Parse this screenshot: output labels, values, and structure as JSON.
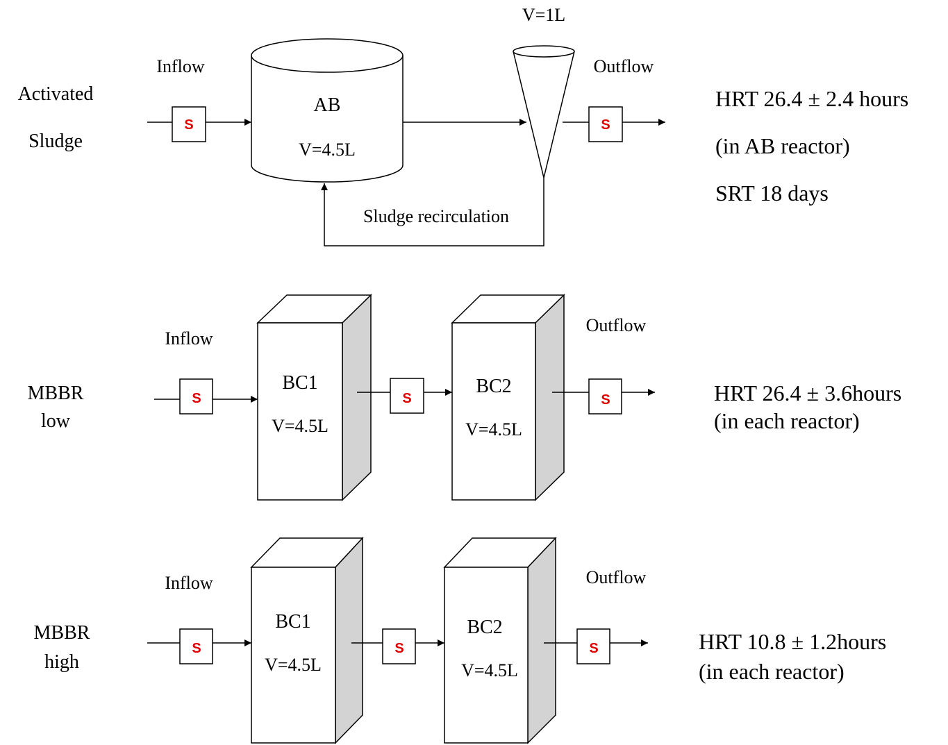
{
  "sensor_label": "S",
  "colors": {
    "sensor_text": "#e00000",
    "side_face": "#d3d3d3",
    "line": "#000000"
  },
  "rows": [
    {
      "name_line1": "Activated",
      "name_line2": "Sludge",
      "inflow": "Inflow",
      "outflow": "Outflow",
      "reactor_label": "AB",
      "reactor_volume": "V=4.5L",
      "clarifier_volume": "V=1L",
      "recirculation": "Sludge recirculation",
      "note1": "HRT 26.4 ± 2.4 hours",
      "note2": "(in AB reactor)",
      "note3": "SRT 18 days"
    },
    {
      "name_line1": "MBBR",
      "name_line2": "low",
      "inflow": "Inflow",
      "outflow": "Outflow",
      "reactor1_label": "BC1",
      "reactor1_volume": "V=4.5L",
      "reactor2_label": "BC2",
      "reactor2_volume": "V=4.5L",
      "note1": "HRT 26.4 ± 3.6hours",
      "note2": "(in each reactor)"
    },
    {
      "name_line1": "MBBR",
      "name_line2": "high",
      "inflow": "Inflow",
      "outflow": "Outflow",
      "reactor1_label": "BC1",
      "reactor1_volume": "V=4.5L",
      "reactor2_label": "BC2",
      "reactor2_volume": "V=4.5L",
      "note1": "HRT 10.8 ± 1.2hours",
      "note2": "(in each reactor)"
    }
  ]
}
